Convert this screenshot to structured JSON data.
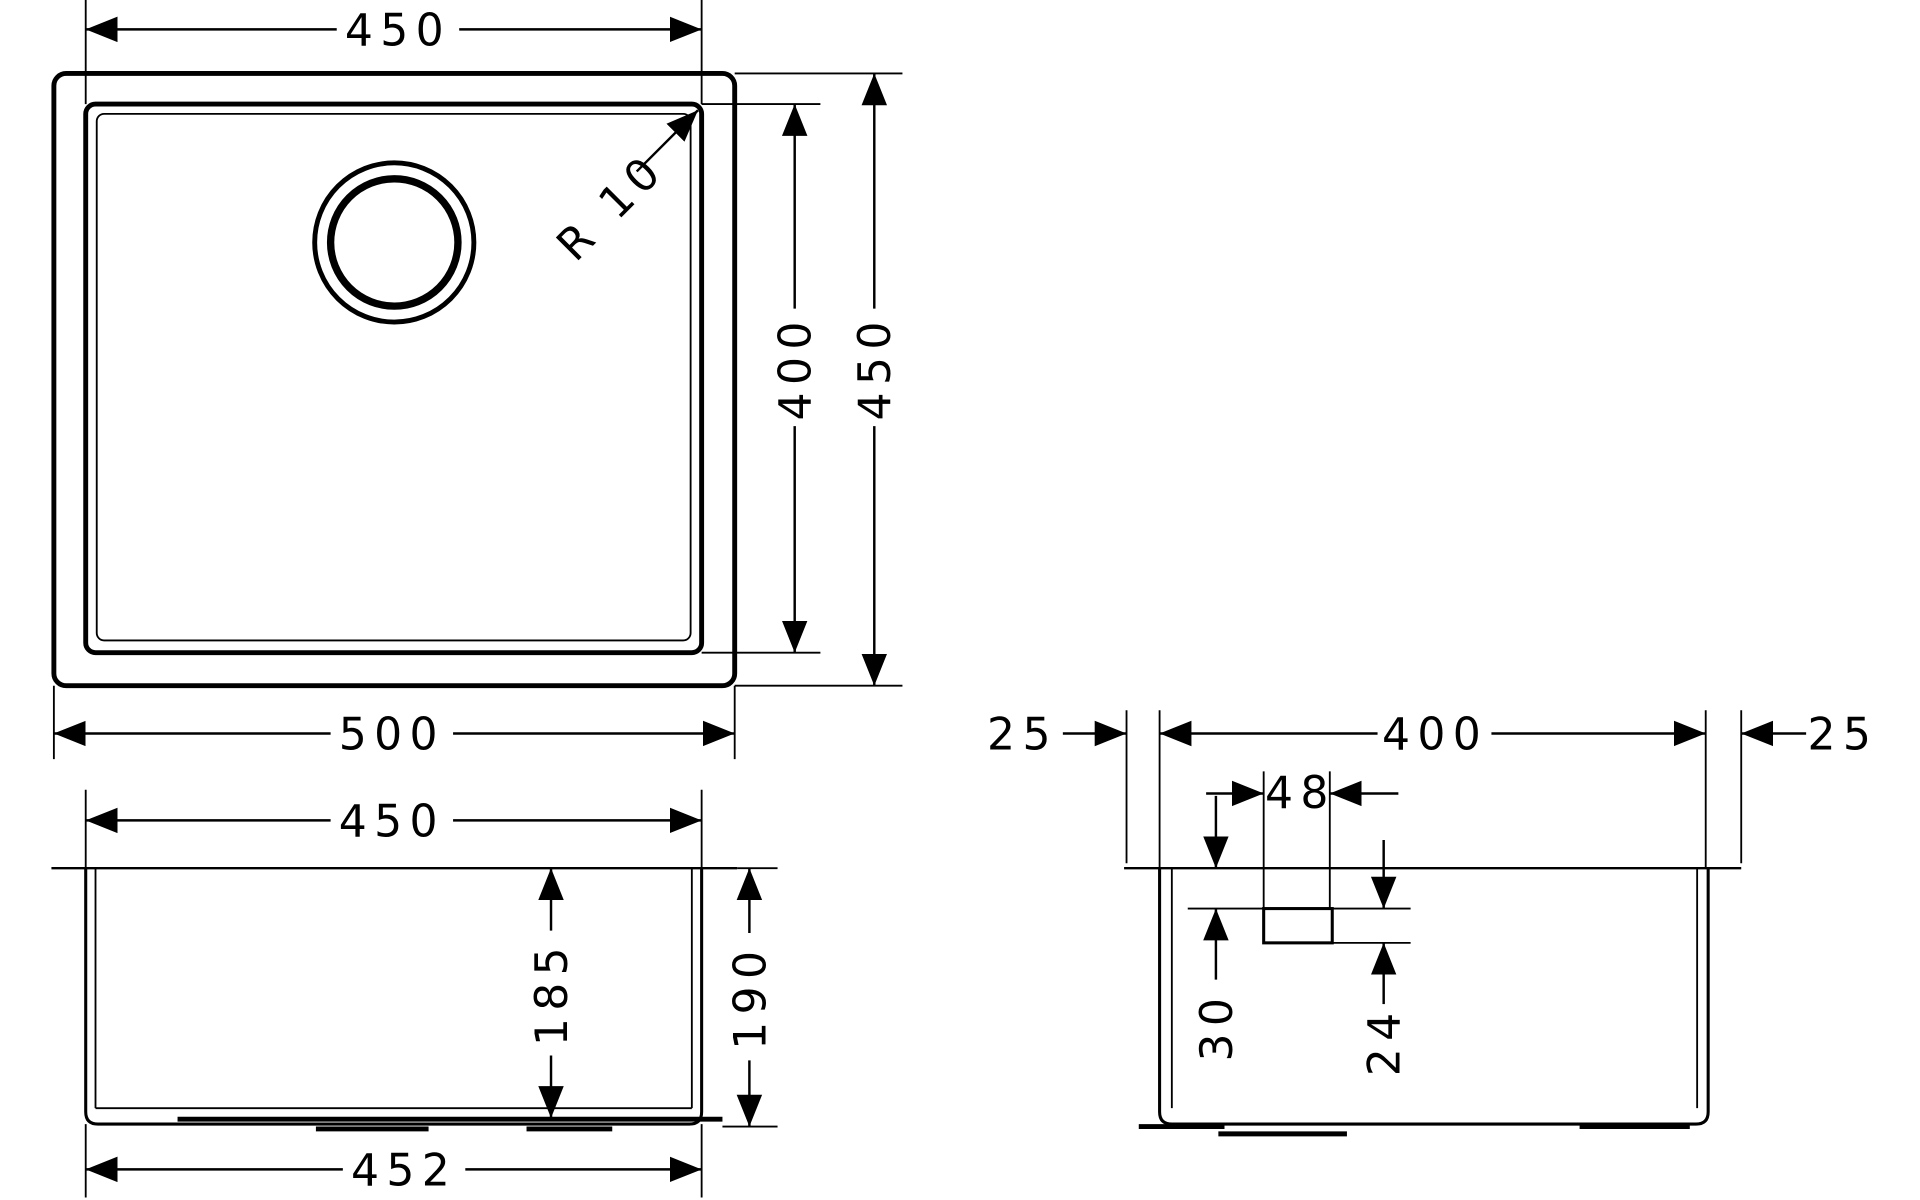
{
  "drawing": {
    "top_view": {
      "inner_width": "450",
      "outer_width": "500",
      "inner_depth": "400",
      "outer_depth": "450",
      "corner_radius": "R 10"
    },
    "front_view": {
      "top_width": "450",
      "bottom_width": "452",
      "inner_height": "185",
      "overall_height": "190"
    },
    "side_view": {
      "left_flange": "25",
      "bowl_width": "400",
      "right_flange": "25",
      "overflow_width": "48",
      "overflow_top_offset": "30",
      "overflow_height": "24"
    }
  }
}
